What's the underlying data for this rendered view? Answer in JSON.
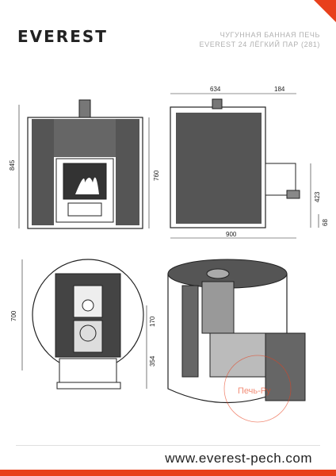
{
  "brand": {
    "logo_text": "EVEREST"
  },
  "product": {
    "line1": "ЧУГУННАЯ БАННАЯ ПЕЧЬ",
    "line2": "EVEREST 24 ЛЁГКИЙ ПАР (281)"
  },
  "dimensions": {
    "front_height": "845",
    "front_body_height": "760",
    "side_top_width": "634",
    "side_top_tank": "184",
    "side_bottom_width": "900",
    "side_pipe_height": "423",
    "side_pipe_low": "68",
    "top_diameter": "700",
    "top_inner": "170",
    "top_door": "354"
  },
  "watermark": {
    "text": "Печь-Ру"
  },
  "footer": {
    "url": "www.everest-pech.com"
  },
  "colors": {
    "accent": "#e8401c"
  }
}
